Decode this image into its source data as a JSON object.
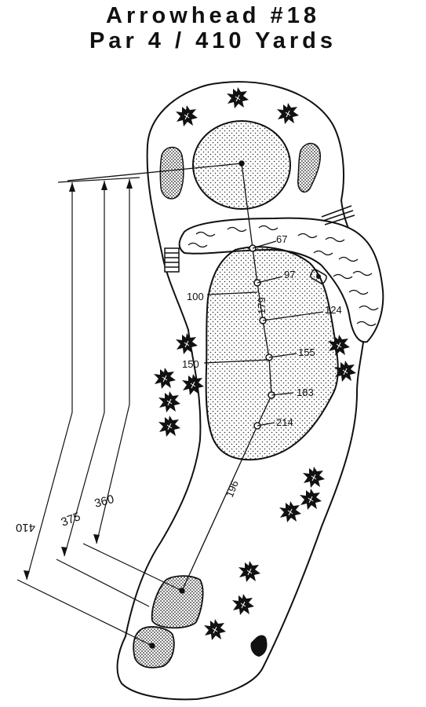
{
  "title": {
    "line1": "Arrowhead #18",
    "line2": "Par 4 / 410 Yards"
  },
  "tee_distances": [
    "410",
    "375",
    "360"
  ],
  "markers": {
    "center_left": [
      "100",
      "150"
    ],
    "center_right": [
      "97",
      "124",
      "155",
      "183",
      "214"
    ],
    "carry_hazard": "67",
    "gap_vertical": "179",
    "gap_diagonal": "196"
  }
}
